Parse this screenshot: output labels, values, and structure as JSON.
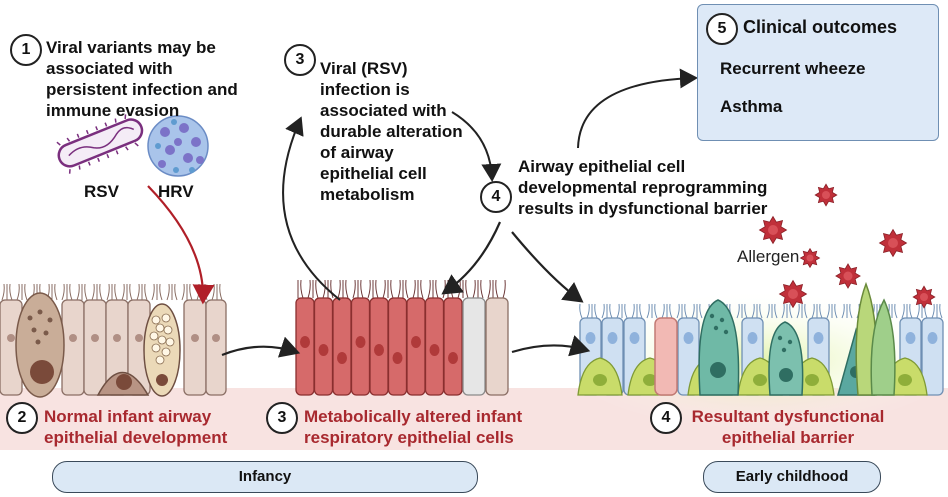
{
  "steps": {
    "s1": {
      "number": "1",
      "text": "Viral variants may be associated with persistent infection and immune evasion"
    },
    "s2": {
      "number": "2",
      "text": "Normal infant airway epithelial development"
    },
    "s3a": {
      "number": "3",
      "text": "Viral (RSV) infection is associated with durable alteration of airway epithelial cell metabolism"
    },
    "s3b": {
      "number": "3",
      "text": "Metabolically altered infant respiratory epithelial cells"
    },
    "s4a": {
      "number": "4",
      "text": "Airway epithelial cell developmental reprogramming results in dysfunctional barrier"
    },
    "s4b": {
      "number": "4",
      "text": "Resultant dysfunctional epithelial barrier"
    },
    "s5": {
      "number": "5",
      "text": "Clinical outcomes"
    }
  },
  "viruses": {
    "rsv": "RSV",
    "hrv": "HRV"
  },
  "outcomes": [
    "Recurrent wheeze",
    "Asthma"
  ],
  "allergen_label": "Allergen",
  "timeline": {
    "infancy": "Infancy",
    "early_childhood": "Early childhood"
  },
  "colors": {
    "accent_red": "#a8292f",
    "normal_cell": "#e8d5cc",
    "altered_cell": "#d66a6a",
    "barrier_cell": "#cfe0f2",
    "green_cell": "#c9dc6a",
    "allergen": "#c0303a",
    "pill_fill": "#dbe8f5"
  }
}
